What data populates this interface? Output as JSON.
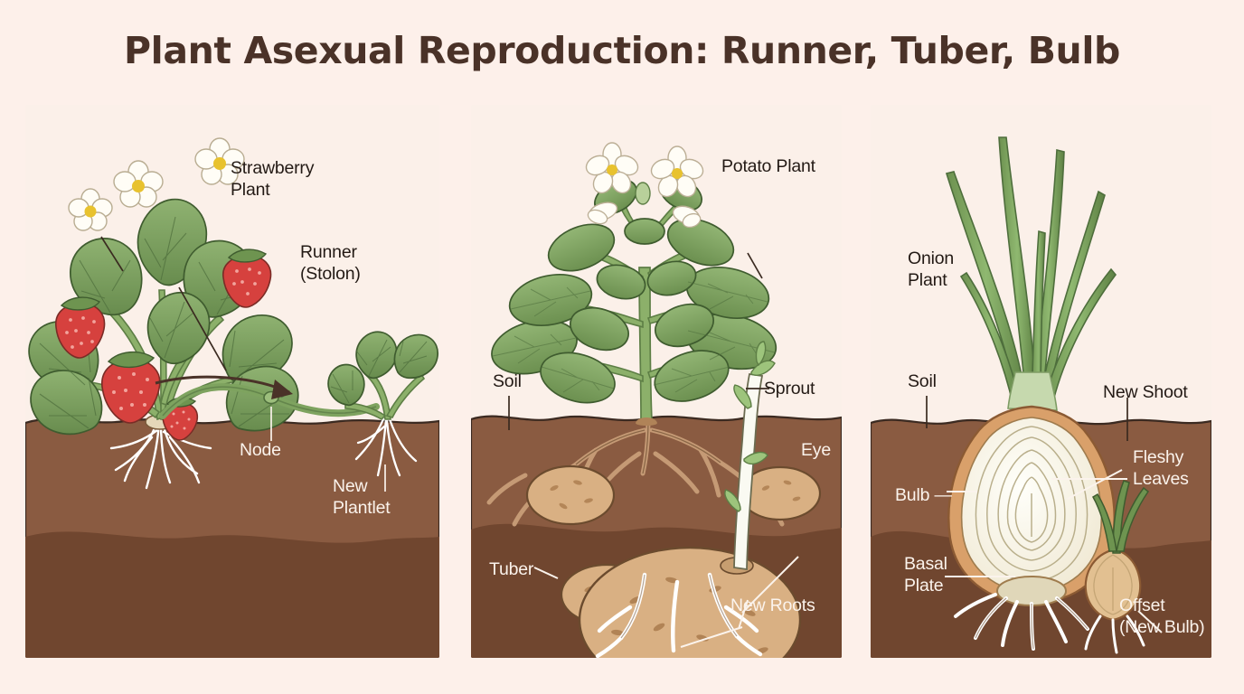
{
  "title": "Plant Asexual Reproduction: Runner, Tuber, Bulb",
  "colors": {
    "background": "#FDF0EA",
    "title_text": "#4A3228",
    "soil_upper": "#8A5B41",
    "soil_lower": "#70462F",
    "soil_line": "#3B2A21",
    "label_dark": "#231A15",
    "label_light": "#FBF3EC",
    "leaf_green": "#7DA862",
    "leaf_green_dark": "#4E6E3C",
    "stem_green": "#8CB06A",
    "strawberry_red": "#D6413E",
    "flower_white": "#FFFDF6",
    "flower_center": "#E8C22E",
    "tuber_tan": "#D9B083",
    "tuber_outline": "#6B4B2E",
    "root_brown": "#C59A75",
    "root_white": "#FFFFFF",
    "bulb_cream": "#F6F1DF",
    "bulb_skin": "#D9A06A",
    "sprout_white": "#FAFAF2"
  },
  "panels": [
    {
      "id": "panel-runner",
      "name": "runner-panel",
      "labels": [
        {
          "key": "strawberry_plant",
          "text": "Strawberry\nPlant",
          "tone": "dark"
        },
        {
          "key": "runner_stolon",
          "text": "Runner\n(Stolon)",
          "tone": "dark"
        },
        {
          "key": "node",
          "text": "Node",
          "tone": "light"
        },
        {
          "key": "new_plantlet",
          "text": "New\nPlantlet",
          "tone": "light"
        }
      ]
    },
    {
      "id": "panel-tuber",
      "name": "tuber-panel",
      "labels": [
        {
          "key": "potato_plant",
          "text": "Potato Plant",
          "tone": "dark"
        },
        {
          "key": "soil",
          "text": "Soil",
          "tone": "dark"
        },
        {
          "key": "sprout",
          "text": "Sprout",
          "tone": "dark"
        },
        {
          "key": "eye",
          "text": "Eye",
          "tone": "light"
        },
        {
          "key": "tuber",
          "text": "Tuber",
          "tone": "light"
        },
        {
          "key": "new_roots",
          "text": "New Roots",
          "tone": "light"
        }
      ]
    },
    {
      "id": "panel-bulb",
      "name": "bulb-panel",
      "labels": [
        {
          "key": "onion_plant",
          "text": "Onion\nPlant",
          "tone": "dark"
        },
        {
          "key": "soil",
          "text": "Soil",
          "tone": "dark"
        },
        {
          "key": "new_shoot",
          "text": "New Shoot",
          "tone": "dark"
        },
        {
          "key": "fleshy_leaves",
          "text": "Fleshy\nLeaves",
          "tone": "light"
        },
        {
          "key": "bulb",
          "text": "Bulb —",
          "tone": "light"
        },
        {
          "key": "basal_plate",
          "text": "Basal\nPlate",
          "tone": "light"
        },
        {
          "key": "offset_new_bulb",
          "text": "Offset\n(New Bulb)",
          "tone": "light"
        }
      ]
    }
  ],
  "labels": {
    "strawberry_plant": "Strawberry\nPlant",
    "runner_stolon": "Runner\n(Stolon)",
    "node": "Node",
    "new_plantlet": "New\nPlantlet",
    "potato_plant": "Potato Plant",
    "soil_p2": "Soil",
    "sprout": "Sprout",
    "eye": "Eye",
    "tuber": "Tuber",
    "new_roots": "New Roots",
    "onion_plant": "Onion\nPlant",
    "soil_p3": "Soil",
    "new_shoot": "New Shoot",
    "fleshy_leaves": "Fleshy\nLeaves",
    "bulb": "Bulb —",
    "basal_plate": "Basal\nPlate",
    "offset_new_bulb": "Offset\n(New Bulb)"
  }
}
